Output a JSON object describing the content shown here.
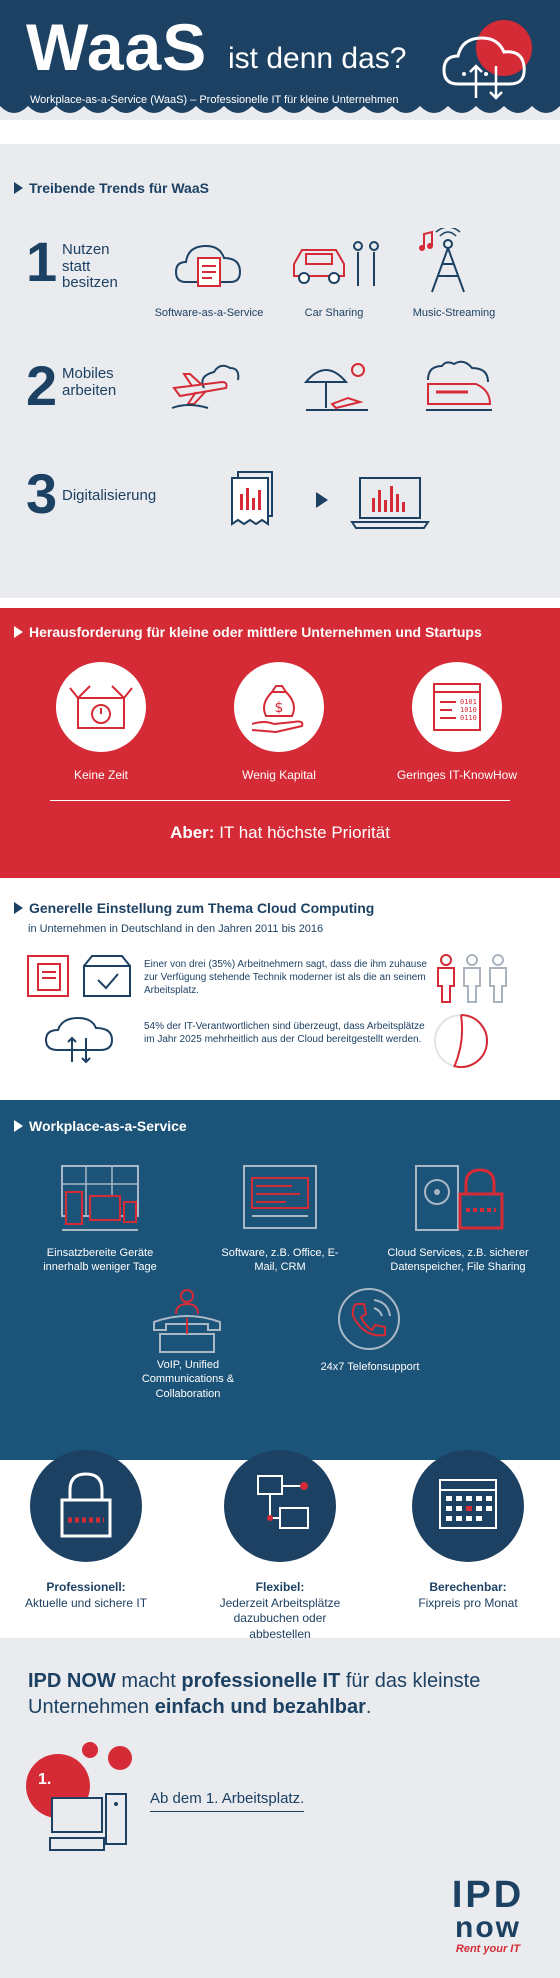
{
  "header": {
    "title": "WaaS",
    "subtitle": "ist denn das?",
    "tagline": "Workplace-as-a-Service (WaaS) – Professionelle IT für kleine Unternehmen"
  },
  "trends": {
    "title": "Treibende Trends für WaaS",
    "items": [
      {
        "number": "1",
        "label": "Nutzen statt besitzen",
        "captions": [
          "Software-as-a-Service",
          "Car Sharing",
          "Music-Streaming"
        ]
      },
      {
        "number": "2",
        "label": "Mobiles arbeiten"
      },
      {
        "number": "3",
        "label": "Digitalisierung"
      }
    ]
  },
  "challenge": {
    "title": "Herausforderung für kleine oder mittlere Unternehmen und Startups",
    "items": [
      "Keine Zeit",
      "Wenig Kapital",
      "Geringes IT-KnowHow"
    ],
    "aber_label": "Aber:",
    "aber_text": "IT hat höchste Priorität"
  },
  "cloud": {
    "title": "Generelle Einstellung zum Thema Cloud Computing",
    "subtitle": "in Unternehmen in Deutschland in den Jahren 2011 bis 2016",
    "fact1": "Einer von drei (35%) Arbeitnehmern sagt, dass die ihm zuhause zur Verfügung stehende Technik moderner ist als die an seinem Arbeitsplatz.",
    "fact2": "54% der IT-Verantwortlichen sind überzeugt, dass Arbeitsplätze im Jahr 2025 mehrheitlich aus der Cloud bereitgestellt werden.",
    "fact2_share": 0.54
  },
  "waas": {
    "title": "Workplace-as-a-Service",
    "items": [
      "Einsatzbereite Geräte innerhalb weniger Tage",
      "Software, z.B. Office, E-Mail, CRM",
      "Cloud Services, z.B. sicherer Datenspeicher, File Sharing",
      "VoIP, Unified Communications & Collaboration",
      "24x7 Telefonsupport"
    ]
  },
  "benefits": [
    {
      "title": "Professionell:",
      "text": "Aktuelle und sichere IT"
    },
    {
      "title": "Flexibel:",
      "text": "Jederzeit Arbeitsplätze dazubuchen oder abbestellen"
    },
    {
      "title": "Berechenbar:",
      "text": "Fixpreis pro Monat"
    }
  ],
  "claim": {
    "brand": "IPD NOW",
    "part1": " macht ",
    "strong1": "professionelle IT",
    "part2": " für das kleinste Unternehmen ",
    "strong2": "einfach und bezahlbar",
    "part3": ".",
    "circle_label": "1.",
    "from_label": "Ab dem 1. Arbeitsplatz."
  },
  "logo": {
    "line1": "IPD",
    "line2": "now",
    "slogan": "Rent your IT"
  },
  "colors": {
    "navy": "#1d4163",
    "red": "#d52b36",
    "blue": "#1c5378",
    "grey": "#e9ebee"
  }
}
